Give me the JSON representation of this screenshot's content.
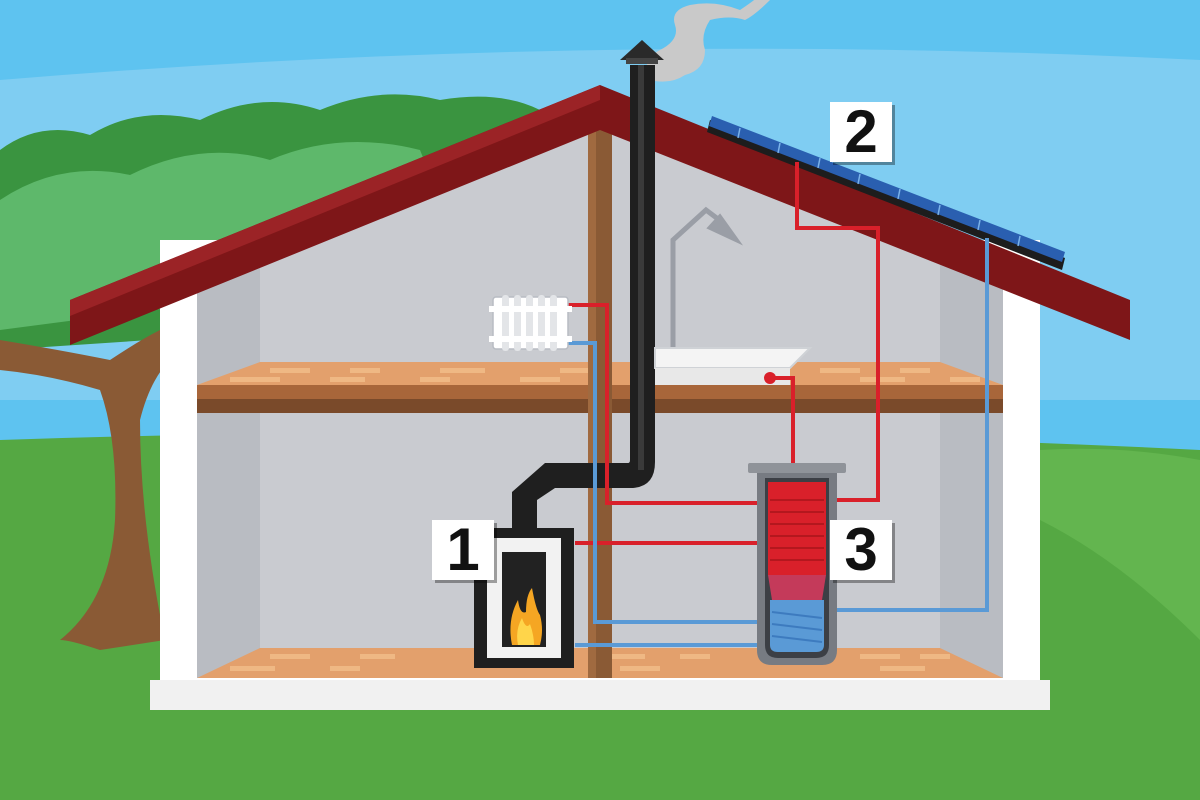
{
  "labels": {
    "stove": "1",
    "solar_collector": "2",
    "storage_tank": "3"
  },
  "colors": {
    "sky": "#5ec3f0",
    "grass": "#55a843",
    "roof": "#7e1618",
    "hot_pipe": "#d9202a",
    "cold_pipe": "#5a9ad6",
    "floor_wood": "#e3a06c",
    "wall": "#c9cbd0",
    "chimney_pipe": "#1f1f1f",
    "solar_panel": "#2a5fb0"
  },
  "icons": [
    "fireplace-stove-icon",
    "radiator-icon",
    "shower-icon",
    "solar-panel-icon",
    "hot-water-tank-icon",
    "chimney-icon",
    "smoke-icon",
    "tree-icon"
  ]
}
